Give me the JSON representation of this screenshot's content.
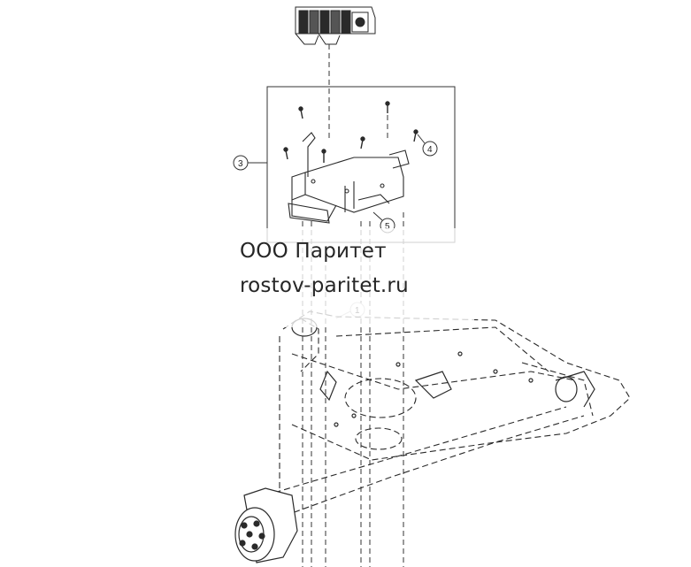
{
  "watermark": {
    "company": "ООО Паритет",
    "site": "rostov-paritet.ru"
  },
  "callouts": [
    {
      "id": "1",
      "label": "1"
    },
    {
      "id": "3",
      "label": "3"
    },
    {
      "id": "4",
      "label": "4"
    },
    {
      "id": "5",
      "label": "5"
    }
  ],
  "colors": {
    "line": "#2a2a2a",
    "ghost": "#b0b0b0",
    "background": "#ffffff"
  }
}
